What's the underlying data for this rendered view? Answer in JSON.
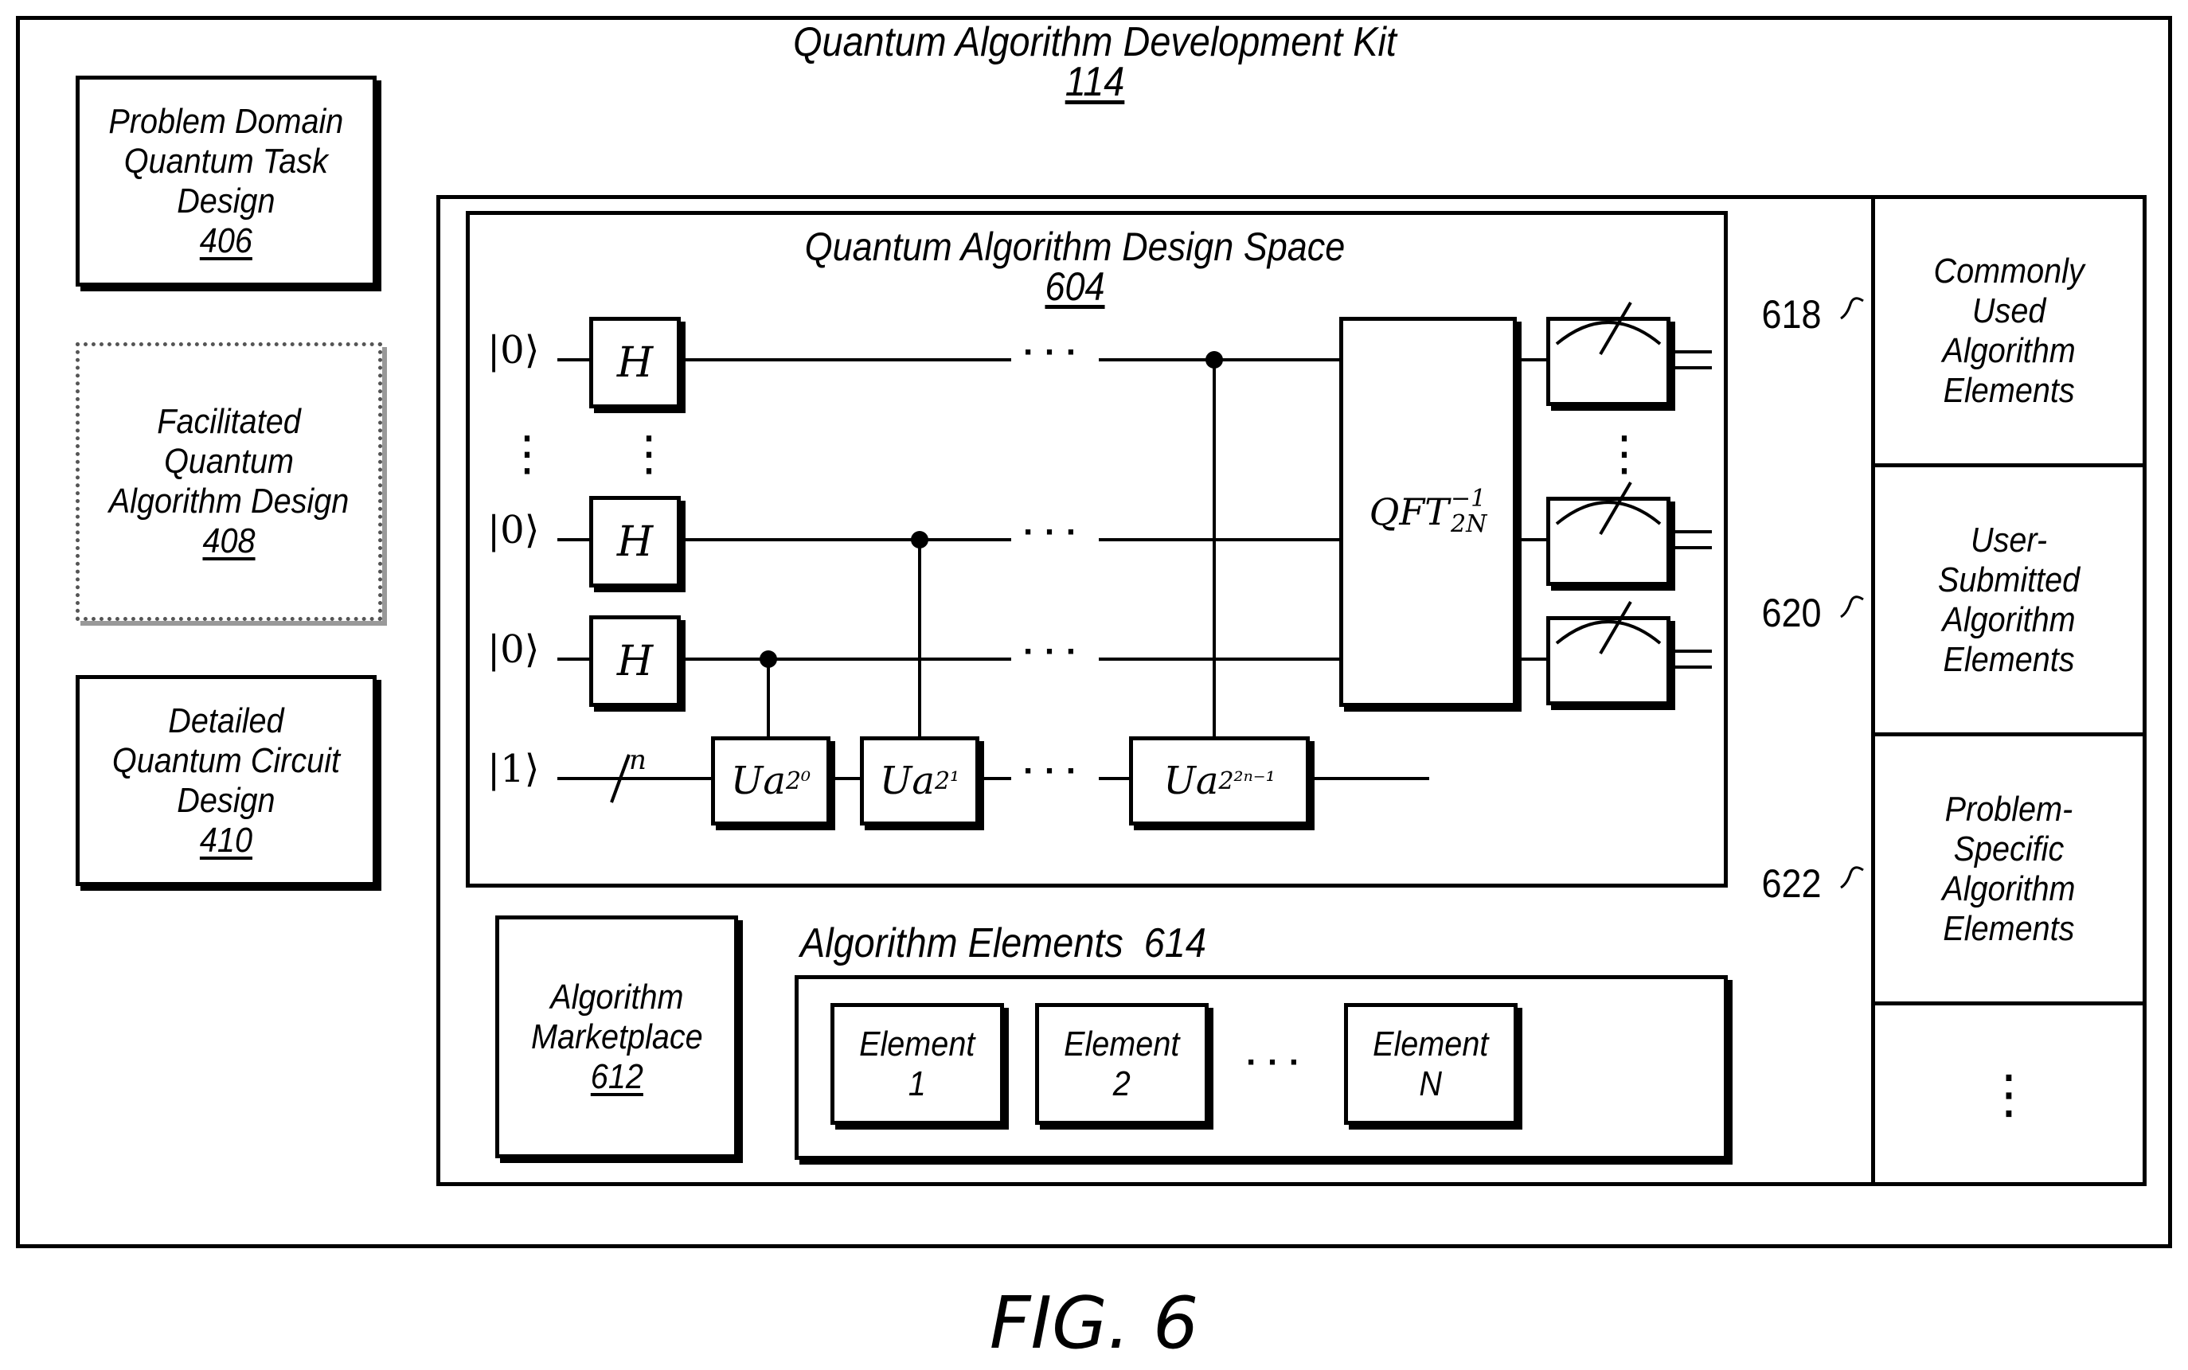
{
  "kit": {
    "title": "Quantum Algorithm Development Kit",
    "ref": "114"
  },
  "left_boxes": [
    {
      "lines": [
        "Problem Domain",
        "Quantum Task",
        "Design"
      ],
      "ref": "406"
    },
    {
      "lines": [
        "Facilitated",
        "Quantum",
        "Algorithm Design"
      ],
      "ref": "408"
    },
    {
      "lines": [
        "Detailed",
        "Quantum Circuit",
        "Design"
      ],
      "ref": "410"
    }
  ],
  "design_space": {
    "title": "Quantum Algorithm Design Space",
    "ref": "604"
  },
  "circuit": {
    "kets": [
      "|0⟩",
      "|0⟩",
      "|0⟩",
      "|1⟩"
    ],
    "vdots": "⋮",
    "h_gate": "H",
    "ellipsis": "· · ·",
    "register_size": "n",
    "u_base": "Ua",
    "u_exponents": [
      "2⁰",
      "2¹",
      "2²ⁿ⁻¹"
    ],
    "qft": {
      "base": "QFT",
      "sup": "−1",
      "sub": "2N"
    }
  },
  "marketplace": {
    "lines": [
      "Algorithm",
      "Marketplace"
    ],
    "ref": "612"
  },
  "elements": {
    "title": "Algorithm Elements  614",
    "items": [
      {
        "lines": [
          "Element",
          "1"
        ]
      },
      {
        "lines": [
          "Element",
          "2"
        ]
      },
      {
        "lines": [
          "Element",
          "N"
        ]
      }
    ],
    "ellipsis": "· · ·"
  },
  "library": {
    "refs": [
      "618",
      "620",
      "622"
    ],
    "cells": [
      {
        "lines": [
          "Commonly",
          "Used",
          "Algorithm",
          "Elements"
        ]
      },
      {
        "lines": [
          "User-",
          "Submitted",
          "Algorithm",
          "Elements"
        ]
      },
      {
        "lines": [
          "Problem-",
          "Specific",
          "Algorithm",
          "Elements"
        ]
      }
    ],
    "more": "⋮"
  },
  "caption": "FIG. 6"
}
